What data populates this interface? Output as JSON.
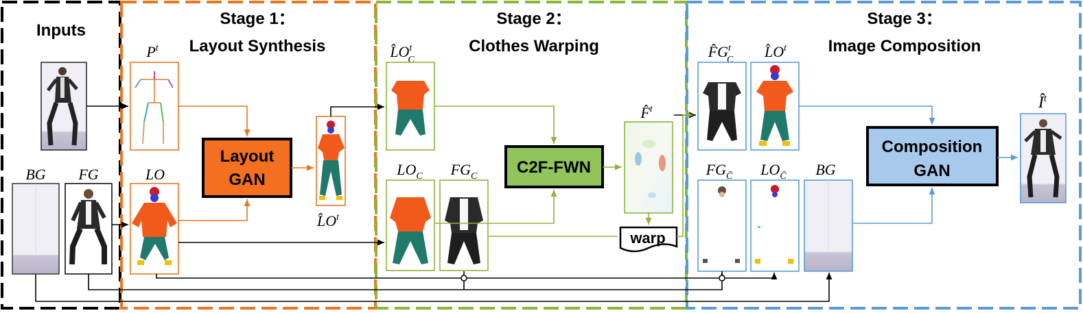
{
  "colors": {
    "inputs": "#000000",
    "stage1": "#e87722",
    "stage2": "#8db43b",
    "stage3": "#5b9bd5",
    "layout_gan_fill": "#f37021",
    "c2f_fill": "#92c45b",
    "composition_fill": "#a7c9ec",
    "garment_orange": "#f25a1c",
    "pants_teal": "#1f7a6c",
    "face_blue": "#3a3ad0",
    "hair_red": "#cc1a2a",
    "shoe_yellow": "#f2c000",
    "hand_cyan": "#55c8c8",
    "jacket_dark": "#2a2a2a",
    "bg_wall": "#eeeef4"
  },
  "sections": {
    "inputs": {
      "title": "Inputs"
    },
    "stage1": {
      "title": "Stage 1：",
      "subtitle": "Layout Synthesis"
    },
    "stage2": {
      "title": "Stage 2：",
      "subtitle": "Clothes Warping"
    },
    "stage3": {
      "title": "Stage 3：",
      "subtitle": "Image Composition"
    }
  },
  "blocks": {
    "layout_gan": [
      "Layout",
      "GAN"
    ],
    "c2f_fwn": "C2F-FWN",
    "composition_gan": [
      "Composition",
      "GAN"
    ],
    "warp": "warp"
  },
  "labels": {
    "bg_in": "BG",
    "fg_in": "FG",
    "pose": {
      "base": "P",
      "sup": "t"
    },
    "layout_in": "LO",
    "layout_out": {
      "base": "L̂O",
      "sup": "t"
    },
    "lo_c_hat": {
      "base": "L̂O",
      "sup": "t",
      "sub": "C"
    },
    "lo_c": {
      "base": "LO",
      "sub": "C"
    },
    "fg_c": {
      "base": "FG",
      "sub": "C"
    },
    "flow": {
      "base": "F̂",
      "sup": "t"
    },
    "fg_c_hat": {
      "base": "F̂G",
      "sup": "t",
      "sub": "C"
    },
    "lo_hat_3": {
      "base": "L̂O",
      "sup": "t"
    },
    "fg_cbar": {
      "base": "FG",
      "sub": "C̄"
    },
    "lo_cbar": {
      "base": "LO",
      "sub": "C̄"
    },
    "bg_3": "BG",
    "output": {
      "base": "Î",
      "sup": "t"
    }
  }
}
